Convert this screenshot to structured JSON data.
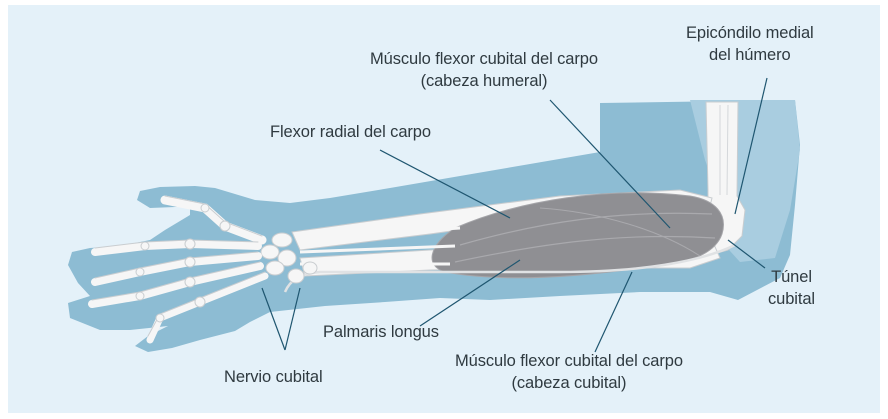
{
  "labels": {
    "epicondilo": [
      "Epicóndilo medial",
      "del húmero"
    ],
    "fcu_humeral": [
      "Músculo flexor cubital del carpo",
      "(cabeza humeral)"
    ],
    "flexor_radial": "Flexor radial del carpo",
    "tunel": [
      "Túnel",
      "cubital"
    ],
    "palmaris": "Palmaris longus",
    "fcu_cubital": [
      "Músculo flexor cubital del carpo",
      "(cabeza cubital)"
    ],
    "nervio": "Nervio cubital"
  },
  "colors": {
    "background": "#e4f1f9",
    "skin": "#8dbcd3",
    "bone": "#f6f6f6",
    "muscle": "#8f8f93",
    "leader": "#1f5670"
  }
}
